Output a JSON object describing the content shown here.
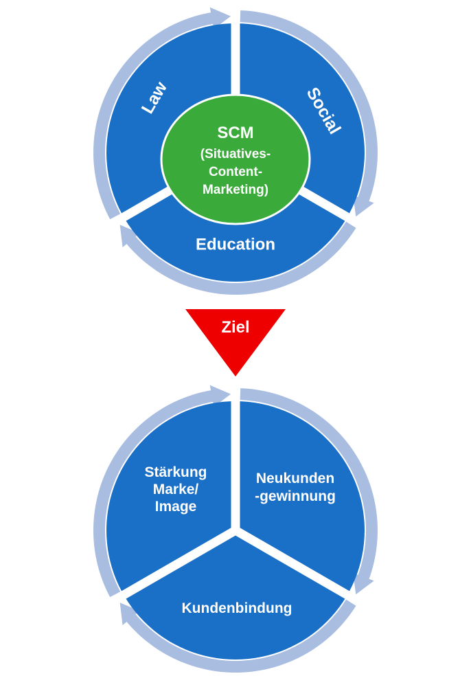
{
  "colors": {
    "segment_blue": "#1a6fc7",
    "ring_light": "#a9bde0",
    "divider": "#ffffff",
    "center_green": "#3aab3a",
    "arrow_red": "#ee0000",
    "text": "#ffffff"
  },
  "top_cycle": {
    "segments": [
      {
        "label": "Law"
      },
      {
        "label": "Social"
      },
      {
        "label": "Education"
      }
    ],
    "center": {
      "title": "SCM",
      "lines": [
        "(Situatives-",
        "Content-",
        "Marketing)"
      ]
    }
  },
  "goal_arrow": {
    "label": "Ziel"
  },
  "bottom_cycle": {
    "segments": [
      {
        "lines": [
          "Stärkung",
          "Marke/",
          "Image"
        ]
      },
      {
        "lines": [
          "Neukunden",
          "-gewinnung"
        ]
      },
      {
        "lines": [
          "Kundenbindung"
        ]
      }
    ]
  }
}
